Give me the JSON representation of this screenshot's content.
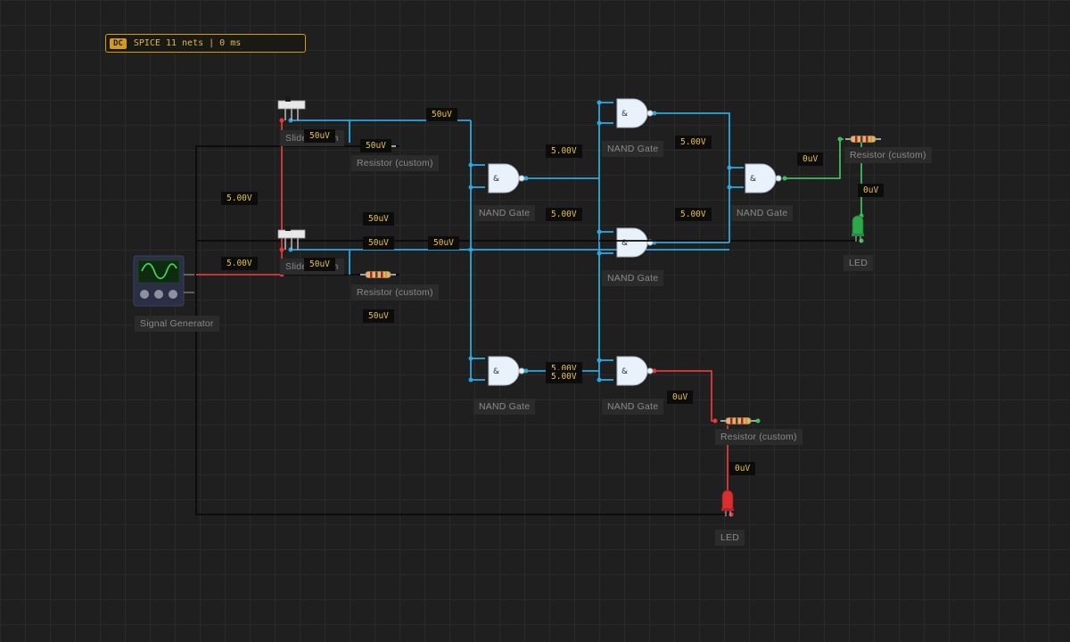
{
  "status_bar": {
    "mode": "DC",
    "text": "SPICE 11 nets | 0 ms"
  },
  "gate_symbol": "&",
  "colors": {
    "wire_blue": "#2aa8e0",
    "wire_red": "#e03a3a",
    "wire_green": "#3dbf5a",
    "wire_black": "#0a0a0a",
    "label_text": "#e8c24a",
    "accent": "#d39a1e"
  },
  "components": {
    "slide_switch_1": "Slide Switch",
    "slide_switch_2": "Slide Switch",
    "resistor_1": "Resistor (custom)",
    "resistor_2": "Resistor (custom)",
    "resistor_3": "Resistor (custom)",
    "resistor_4": "Resistor (custom)",
    "signal_generator": "Signal Generator",
    "nand_1": "NAND Gate",
    "nand_2": "NAND Gate",
    "nand_3": "NAND Gate",
    "nand_4": "NAND Gate",
    "nand_5": "NAND Gate",
    "nand_6": "NAND Gate",
    "led_green": "LED",
    "led_red": "LED"
  },
  "voltages": {
    "v1": "50uV",
    "v2": "50uV",
    "v3": "50uV",
    "v4": "5.00V",
    "v5": "5.00V",
    "v6": "5.00V",
    "v7": "50uV",
    "v8": "5.00V",
    "v9": "5.00V",
    "v10": "5.00V",
    "v11": "50uV",
    "v12": "50uV",
    "v13": "50uV",
    "v14": "50uV",
    "v15": "0uV",
    "v16": "0uV",
    "v17": "5.00V",
    "v18": "5.00V",
    "v19": "0uV",
    "v20": "0uV"
  }
}
